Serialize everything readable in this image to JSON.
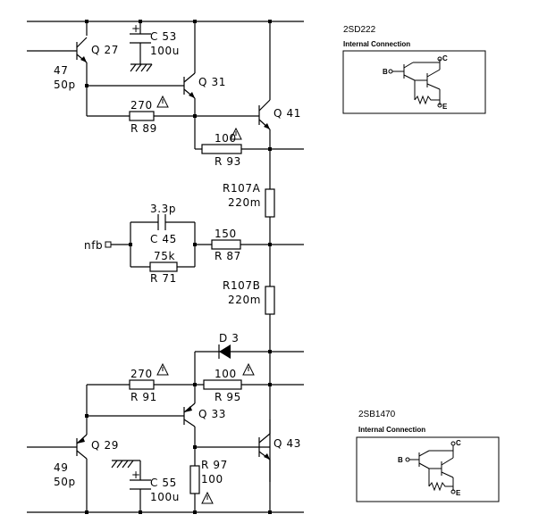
{
  "top_stage": {
    "q27": "Q 27",
    "q27_v1": "47",
    "q27_v2": "50p",
    "c53": "C 53",
    "c53_val": "100u",
    "q31": "Q 31",
    "q41": "Q 41",
    "r89_val": "270",
    "r89": "R 89",
    "r93_val": "100",
    "r93": "R 93"
  },
  "middle": {
    "r107a": "R107A",
    "r107a_val": "220m",
    "c45_val": "3.3p",
    "c45": "C 45",
    "r87_val": "150",
    "r87": "R 87",
    "r71_val": "75k",
    "r71": "R 71",
    "nfb": "nfb",
    "r107b": "R107B",
    "r107b_val": "220m"
  },
  "bottom_stage": {
    "d3": "D 3",
    "r91_val": "270",
    "r91": "R 91",
    "r95_val": "100",
    "r95": "R 95",
    "q33": "Q 33",
    "q29": "Q 29",
    "q29_v1": "49",
    "q29_v2": "50p",
    "r97": "R 97",
    "r97_val": "100",
    "c55": "C 55",
    "c55_val": "100u",
    "q43": "Q 43"
  },
  "box1": {
    "part": "2SD222",
    "subtitle": "Internal Connection",
    "b": "B",
    "c": "C",
    "e": "E"
  },
  "box2": {
    "part": "2SB1470",
    "subtitle": "Internal Connection",
    "b": "B",
    "c": "C",
    "e": "E"
  }
}
